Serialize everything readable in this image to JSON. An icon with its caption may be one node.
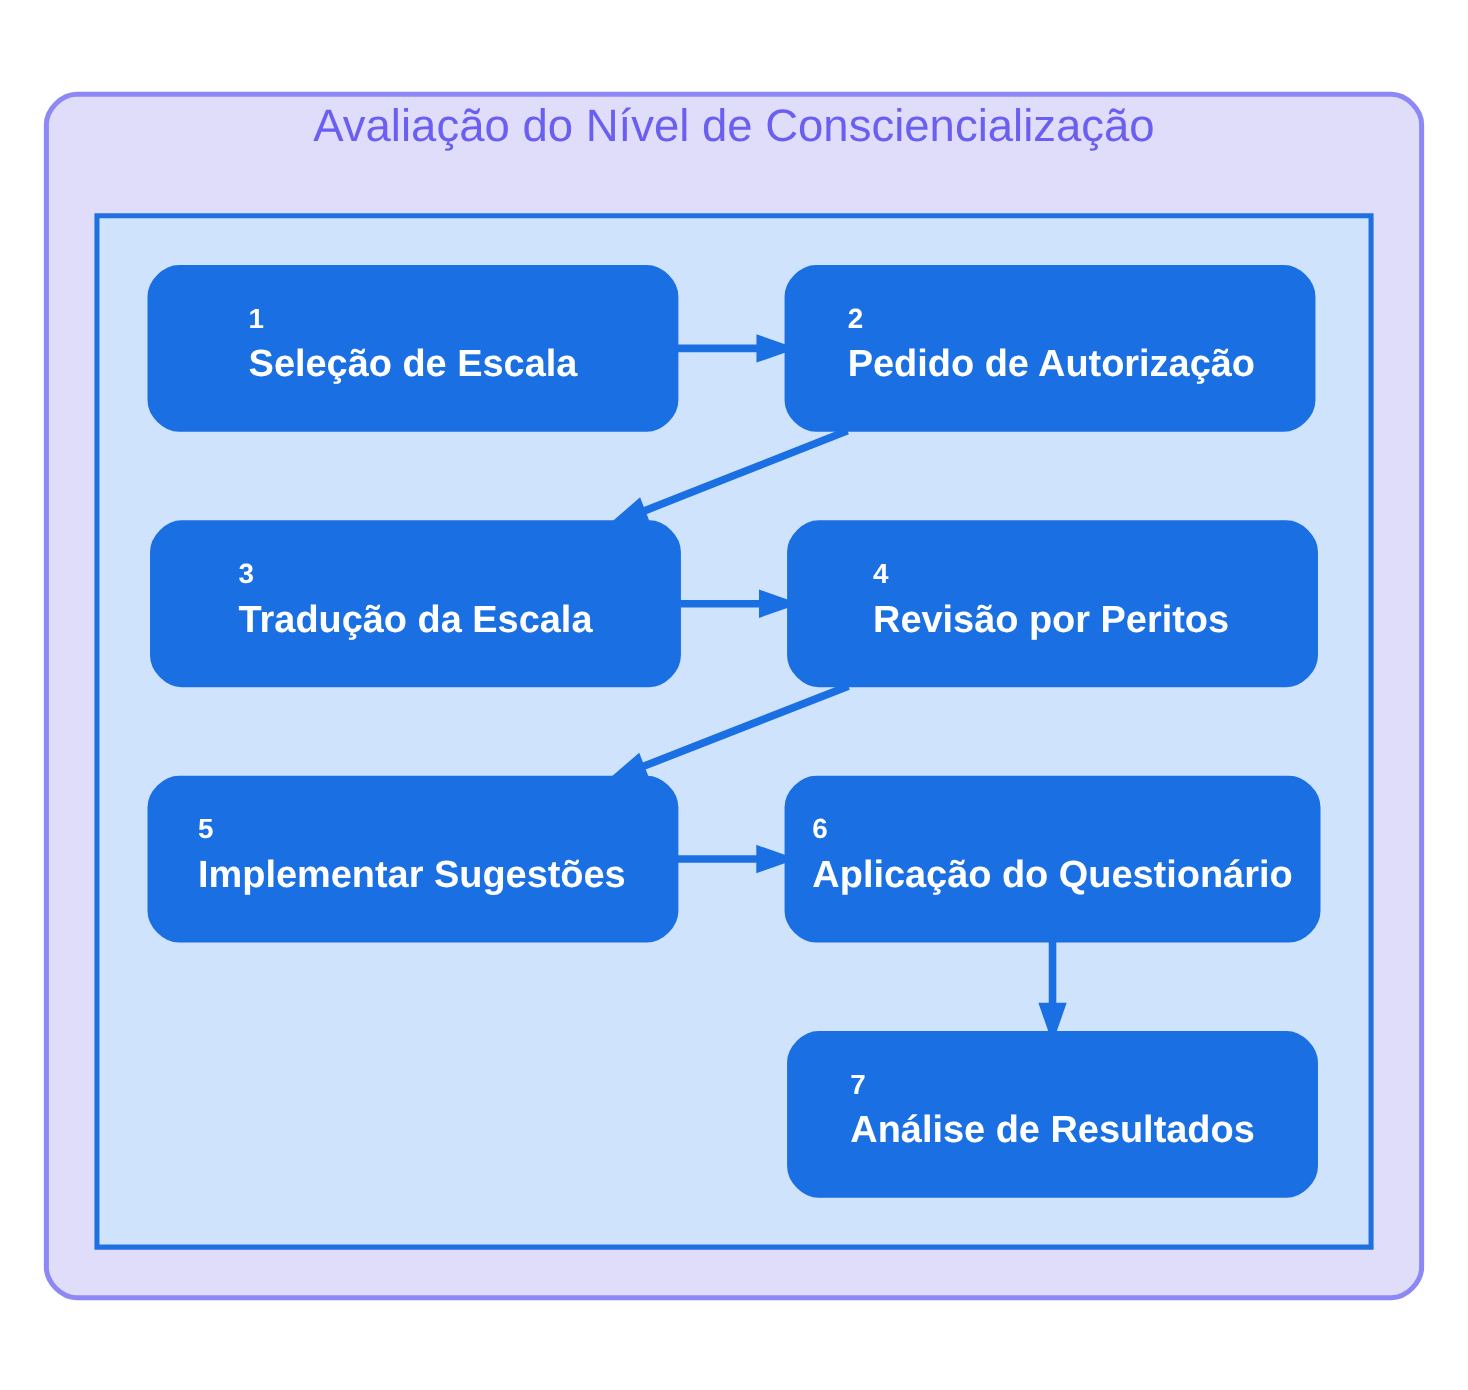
{
  "diagram": {
    "nodes": [
      {
        "text": [
          "Avaliação do Nível de Consciencialização"
        ]
      },
      {
        "text": [],
        "shape": "box",
        "in": 0
      },
      {
        "text": [
          "1",
          "Seleção de Escala"
        ],
        "in": 1
      },
      {
        "text": [
          "2",
          "Pedido de Autorização"
        ],
        "in": 1
      },
      {
        "text": [
          "3",
          "Tradução da Escala"
        ],
        "in": 1
      },
      {
        "text": [
          "4",
          "Revisão por Peritos"
        ],
        "in": 1
      },
      {
        "text": [
          "5",
          "Implementar Sugestões"
        ],
        "in": 1
      },
      {
        "text": [
          "6",
          "Aplicação do Questionário"
        ],
        "in": 1
      },
      {
        "text": [
          "7",
          "Análise de Resultados"
        ],
        "in": 1
      }
    ],
    "edges": [
      {
        "from": 2,
        "to": 3,
        "arrow": "to"
      },
      {
        "from": 3,
        "to": 4,
        "arrow": "to"
      },
      {
        "from": 4,
        "to": 5,
        "arrow": "to"
      },
      {
        "from": 5,
        "to": 6,
        "arrow": "to"
      },
      {
        "from": 6,
        "to": 7,
        "arrow": "to"
      },
      {
        "from": 7,
        "to": 8,
        "arrow": "to"
      }
    ]
  }
}
